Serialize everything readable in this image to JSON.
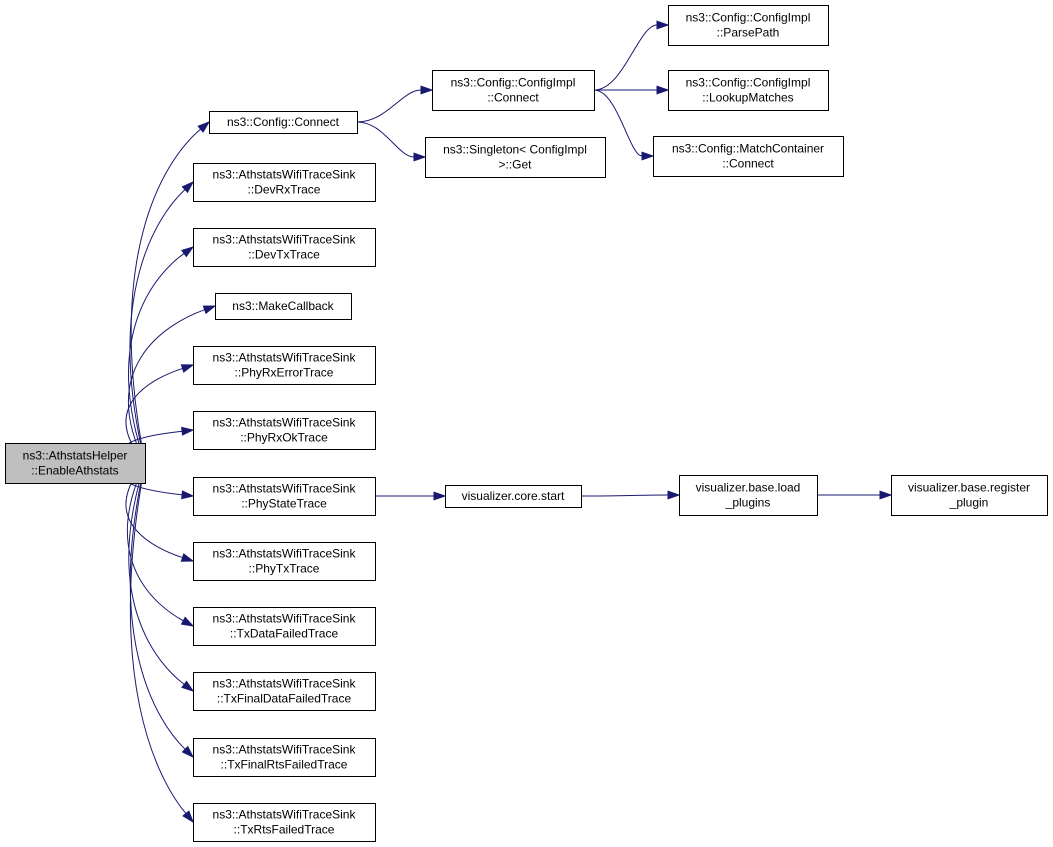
{
  "diagram": {
    "type": "call-graph",
    "root": {
      "id": "root",
      "lines": [
        "ns3::AthstatsHelper",
        "::EnableAthstats"
      ]
    },
    "nodes": [
      {
        "id": "connect",
        "lines": [
          "ns3::Config::Connect"
        ]
      },
      {
        "id": "devrx",
        "lines": [
          "ns3::AthstatsWifiTraceSink",
          "::DevRxTrace"
        ]
      },
      {
        "id": "devtx",
        "lines": [
          "ns3::AthstatsWifiTraceSink",
          "::DevTxTrace"
        ]
      },
      {
        "id": "makecb",
        "lines": [
          "ns3::MakeCallback"
        ]
      },
      {
        "id": "phyrxerr",
        "lines": [
          "ns3::AthstatsWifiTraceSink",
          "::PhyRxErrorTrace"
        ]
      },
      {
        "id": "phyrxok",
        "lines": [
          "ns3::AthstatsWifiTraceSink",
          "::PhyRxOkTrace"
        ]
      },
      {
        "id": "phystate",
        "lines": [
          "ns3::AthstatsWifiTraceSink",
          "::PhyStateTrace"
        ]
      },
      {
        "id": "phytx",
        "lines": [
          "ns3::AthstatsWifiTraceSink",
          "::PhyTxTrace"
        ]
      },
      {
        "id": "txdatafail",
        "lines": [
          "ns3::AthstatsWifiTraceSink",
          "::TxDataFailedTrace"
        ]
      },
      {
        "id": "txfinaldata",
        "lines": [
          "ns3::AthstatsWifiTraceSink",
          "::TxFinalDataFailedTrace"
        ]
      },
      {
        "id": "txfinalrts",
        "lines": [
          "ns3::AthstatsWifiTraceSink",
          "::TxFinalRtsFailedTrace"
        ]
      },
      {
        "id": "txrts",
        "lines": [
          "ns3::AthstatsWifiTraceSink",
          "::TxRtsFailedTrace"
        ]
      },
      {
        "id": "cfgimplconnect",
        "lines": [
          "ns3::Config::ConfigImpl",
          "::Connect"
        ]
      },
      {
        "id": "singleton",
        "lines": [
          "ns3::Singleton< ConfigImpl",
          ">::Get"
        ]
      },
      {
        "id": "parsepath",
        "lines": [
          "ns3::Config::ConfigImpl",
          "::ParsePath"
        ]
      },
      {
        "id": "lookup",
        "lines": [
          "ns3::Config::ConfigImpl",
          "::LookupMatches"
        ]
      },
      {
        "id": "matchconnect",
        "lines": [
          "ns3::Config::MatchContainer",
          "::Connect"
        ]
      },
      {
        "id": "vizstart",
        "lines": [
          "visualizer.core.start"
        ]
      },
      {
        "id": "vizload",
        "lines": [
          "visualizer.base.load",
          "_plugins"
        ]
      },
      {
        "id": "vizregister",
        "lines": [
          "visualizer.base.register",
          "_plugin"
        ]
      }
    ],
    "edges": [
      [
        "root",
        "connect"
      ],
      [
        "root",
        "devrx"
      ],
      [
        "root",
        "devtx"
      ],
      [
        "root",
        "makecb"
      ],
      [
        "root",
        "phyrxerr"
      ],
      [
        "root",
        "phyrxok"
      ],
      [
        "root",
        "phystate"
      ],
      [
        "root",
        "phytx"
      ],
      [
        "root",
        "txdatafail"
      ],
      [
        "root",
        "txfinaldata"
      ],
      [
        "root",
        "txfinalrts"
      ],
      [
        "root",
        "txrts"
      ],
      [
        "connect",
        "cfgimplconnect"
      ],
      [
        "connect",
        "singleton"
      ],
      [
        "cfgimplconnect",
        "parsepath"
      ],
      [
        "cfgimplconnect",
        "lookup"
      ],
      [
        "cfgimplconnect",
        "matchconnect"
      ],
      [
        "phystate",
        "vizstart"
      ],
      [
        "vizstart",
        "vizload"
      ],
      [
        "vizload",
        "vizregister"
      ]
    ],
    "colors": {
      "edge": "#191970",
      "root_fill": "#bfbfbf",
      "node_fill": "#ffffff",
      "border": "#000000"
    }
  }
}
